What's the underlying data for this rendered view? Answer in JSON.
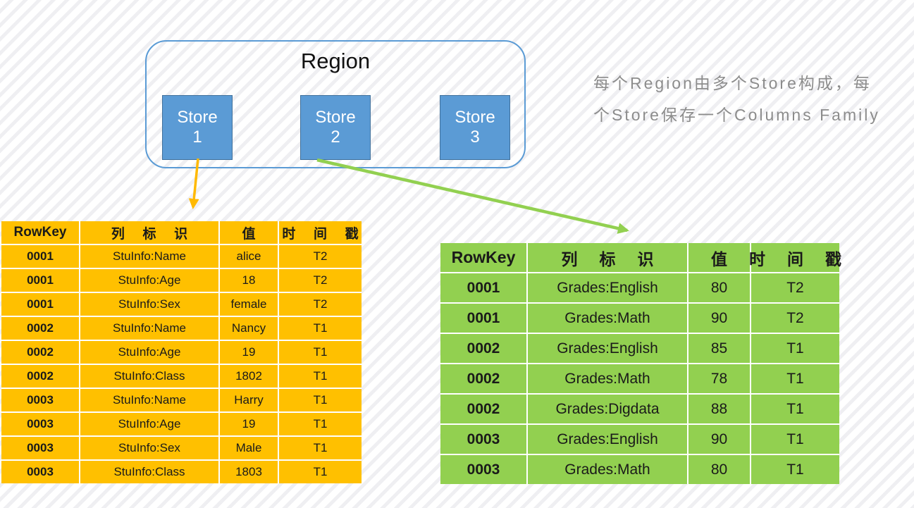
{
  "region": {
    "title": "Region",
    "stores": [
      {
        "line1": "Store",
        "line2": "1"
      },
      {
        "line1": "Store",
        "line2": "2"
      },
      {
        "line1": "Store",
        "line2": "3"
      }
    ]
  },
  "annotation": {
    "line1": "每个Region由多个Store构成，每",
    "line2": "个Store保存一个Columns Family"
  },
  "left_table": {
    "headers": [
      "RowKey",
      "列标识",
      "值",
      "时间戳"
    ],
    "rows": [
      [
        "0001",
        "StuInfo:Name",
        "alice",
        "T2"
      ],
      [
        "0001",
        "StuInfo:Age",
        "18",
        "T2"
      ],
      [
        "0001",
        "StuInfo:Sex",
        "female",
        "T2"
      ],
      [
        "0002",
        "StuInfo:Name",
        "Nancy",
        "T1"
      ],
      [
        "0002",
        "StuInfo:Age",
        "19",
        "T1"
      ],
      [
        "0002",
        "StuInfo:Class",
        "1802",
        "T1"
      ],
      [
        "0003",
        "StuInfo:Name",
        "Harry",
        "T1"
      ],
      [
        "0003",
        "StuInfo:Age",
        "19",
        "T1"
      ],
      [
        "0003",
        "StuInfo:Sex",
        "Male",
        "T1"
      ],
      [
        "0003",
        "StuInfo:Class",
        "1803",
        "T1"
      ]
    ]
  },
  "right_table": {
    "headers": [
      "RowKey",
      "列标识",
      "值",
      "时间戳"
    ],
    "rows": [
      [
        "0001",
        "Grades:English",
        "80",
        "T2"
      ],
      [
        "0001",
        "Grades:Math",
        "90",
        "T2"
      ],
      [
        "0002",
        "Grades:English",
        "85",
        "T1"
      ],
      [
        "0002",
        "Grades:Math",
        "78",
        "T1"
      ],
      [
        "0002",
        "Grades:Digdata",
        "88",
        "T1"
      ],
      [
        "0003",
        "Grades:English",
        "90",
        "T1"
      ],
      [
        "0003",
        "Grades:Math",
        "80",
        "T1"
      ]
    ]
  },
  "colors": {
    "store_fill": "#5B9BD5",
    "store_border": "#41719C",
    "region_border": "#5B9BD5",
    "stuinfo_table_fill": "#FFC000",
    "grades_table_fill": "#92D050",
    "orange_arrow": "#FFB900",
    "green_arrow": "#92D050",
    "annotation_text": "#8C8C8C"
  }
}
